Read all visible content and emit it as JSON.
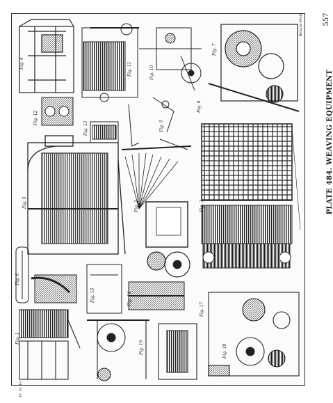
{
  "plate": {
    "title": "PLATE 484. WEAVING EQUIPMENT",
    "page_number": "557",
    "engraver_credit": "Benard Fecit",
    "corner_mark": "Pl. IV. 10"
  },
  "figures": [
    {
      "label": "Fig. 4"
    },
    {
      "label": "Fig. 11"
    },
    {
      "label": "Fig. 10"
    },
    {
      "label": "Fig. 7"
    },
    {
      "label": "Fig. 8"
    },
    {
      "label": "Fig. 12"
    },
    {
      "label": "Fig. 13"
    },
    {
      "label": "Fig. 9"
    },
    {
      "label": "Fig. 5"
    },
    {
      "label": "Fig. 2"
    },
    {
      "label": "Fig. 3"
    },
    {
      "label": "Fig. 6"
    },
    {
      "label": "Fig. 14"
    },
    {
      "label": "Fig. 1"
    },
    {
      "label": "Fig. 15"
    },
    {
      "label": "Fig. 16"
    },
    {
      "label": "Fig. 17"
    },
    {
      "label": "Fig. 18"
    }
  ],
  "colors": {
    "ink": "#1a1a1a",
    "paper": "#ffffff"
  }
}
